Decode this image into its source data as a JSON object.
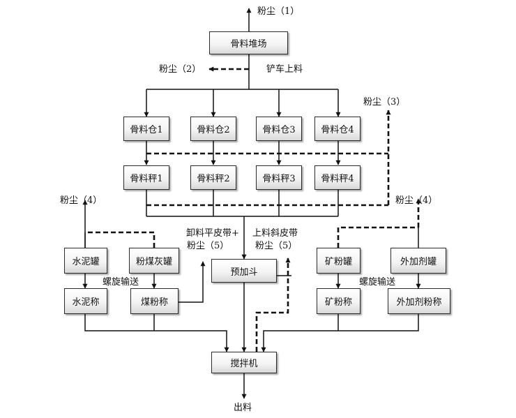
{
  "nodes": {
    "aggregate_yard": "骨料堆场",
    "bins": [
      "骨料仓1",
      "骨料仓2",
      "骨料仓3",
      "骨料仓4"
    ],
    "scales": [
      "骨料秤1",
      "骨料秤2",
      "骨料秤3",
      "骨料秤4"
    ],
    "cement_tank": "水泥罐",
    "flyash_tank": "粉煤灰罐",
    "cement_scale": "水泥称",
    "flyash_scale": "煤粉称",
    "prehopper": "预加斗",
    "mineral_tank": "矿粉罐",
    "admixture_tank": "外加剂罐",
    "mineral_scale": "矿粉称",
    "admixture_scale": "外加剂粉称",
    "mixer": "搅拌机"
  },
  "labels": {
    "dust1": "粉尘（1）",
    "dust2": "粉尘（2）",
    "loader": "铲车上料",
    "dust3": "粉尘（3）",
    "dust4_left": "粉尘（4）",
    "dust4_right": "粉尘（4）",
    "unload_belt": "卸料平皮带+",
    "dust5_left": "粉尘（5）",
    "incline_belt": "上料斜皮带",
    "dust5_right": "粉尘（5）",
    "screw_left": "螺旋输送",
    "screw_right": "螺旋输送",
    "output": "出料"
  }
}
